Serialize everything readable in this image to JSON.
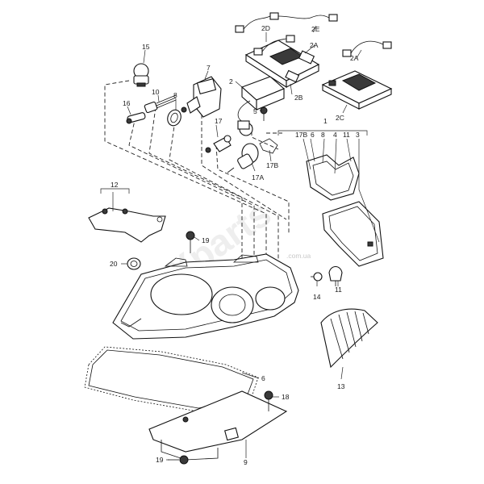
{
  "watermark": "Xparts",
  "watermark_sub": ".com.ua",
  "callouts": {
    "c1": "1",
    "c2": "2",
    "c2a_1": "2A",
    "c2a_2": "2A",
    "c2b": "2B",
    "c2c": "2C",
    "c2d": "2D",
    "c2e": "2E",
    "c3": "3",
    "c4": "4",
    "c5": "5",
    "c6_top": "6",
    "c6": "6",
    "c7": "7",
    "c8_top": "8",
    "c8": "8",
    "c9": "9",
    "c10": "10",
    "c11_top": "11",
    "c11": "11",
    "c12": "12",
    "c13": "13",
    "c14": "14",
    "c15": "15",
    "c16": "16",
    "c17": "17",
    "c17a": "17A",
    "c17b_top": "17B",
    "c17b": "17B",
    "c18": "18",
    "c19_top": "19",
    "c19_bottom": "19",
    "c20": "20"
  }
}
